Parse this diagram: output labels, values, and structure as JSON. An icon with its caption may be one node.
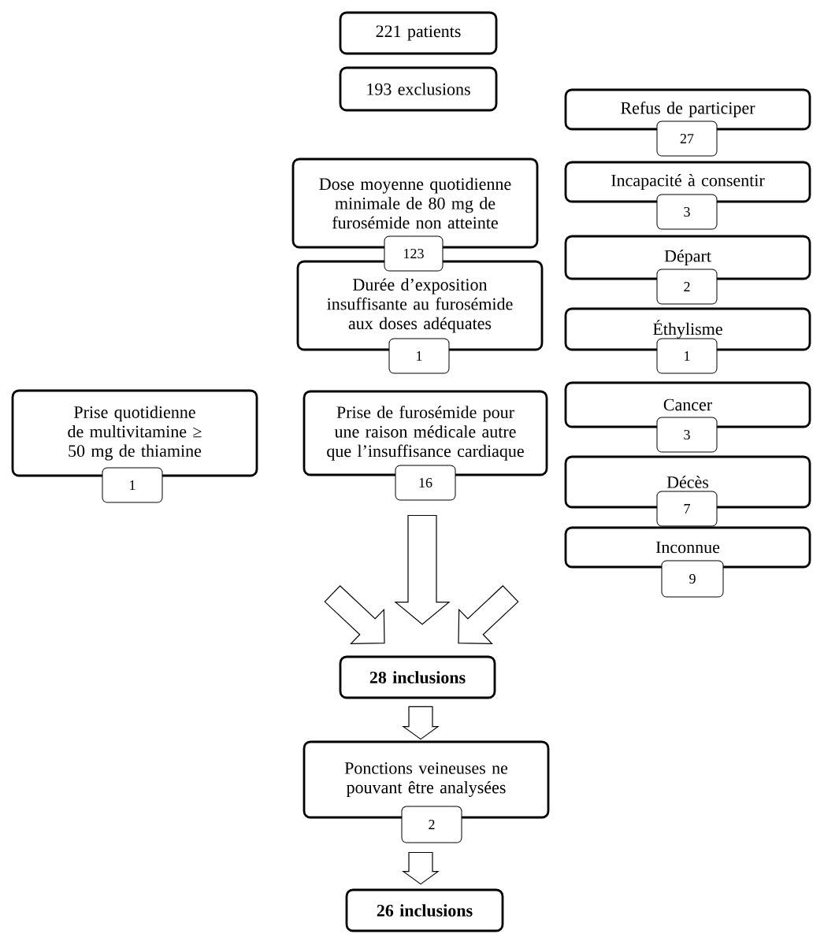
{
  "diagram": {
    "nodes": [
      {
        "text": [
          "221 patients"
        ]
      },
      {
        "text": [
          "193 exclusions"
        ]
      },
      {
        "text": [
          "Dose moyenne quotidienne minimale de 80 mg de furosémide non atteinte"
        ]
      },
      {
        "text": [
          "123"
        ]
      },
      {
        "text": [
          "Durée d’exposition insuffisante au furosémide aux doses adéquates"
        ]
      },
      {
        "text": [
          "1"
        ]
      },
      {
        "text": [
          "Prise quotidienne de multivitamine ≥ 50 mg de thiamine"
        ]
      },
      {
        "text": [
          "1"
        ]
      },
      {
        "text": [
          "Prise de furosémide pour une raison médicale autre que l’insuffisance cardiaque"
        ]
      },
      {
        "text": [
          "16"
        ]
      },
      {
        "text": [
          "Refus de participer"
        ]
      },
      {
        "text": [
          "27"
        ]
      },
      {
        "text": [
          "Incapacité à consentir"
        ]
      },
      {
        "text": [
          "3"
        ]
      },
      {
        "text": [
          "Départ"
        ]
      },
      {
        "text": [
          "2"
        ]
      },
      {
        "text": [
          "Éthylisme"
        ]
      },
      {
        "text": [
          "1"
        ]
      },
      {
        "text": [
          "Cancer"
        ]
      },
      {
        "text": [
          "3"
        ]
      },
      {
        "text": [
          "Décès"
        ]
      },
      {
        "text": [
          "7"
        ]
      },
      {
        "text": [
          "Inconnue"
        ]
      },
      {
        "text": [
          "9"
        ]
      },
      {
        "text": [
          "28 inclusions"
        ]
      },
      {
        "text": [
          "Ponctions veineuses ne pouvant être analysées"
        ]
      },
      {
        "text": [
          "2"
        ]
      },
      {
        "text": [
          "26 inclusions"
        ]
      }
    ],
    "edges": [
      {
        "from": null,
        "to": 24,
        "arrow": "to"
      },
      {
        "from": 9,
        "to": 24,
        "arrow": "to"
      },
      {
        "from": null,
        "to": 24,
        "arrow": "to"
      },
      {
        "from": 24,
        "to": 25,
        "arrow": "to"
      },
      {
        "from": 26,
        "to": 27,
        "arrow": "to"
      }
    ]
  }
}
